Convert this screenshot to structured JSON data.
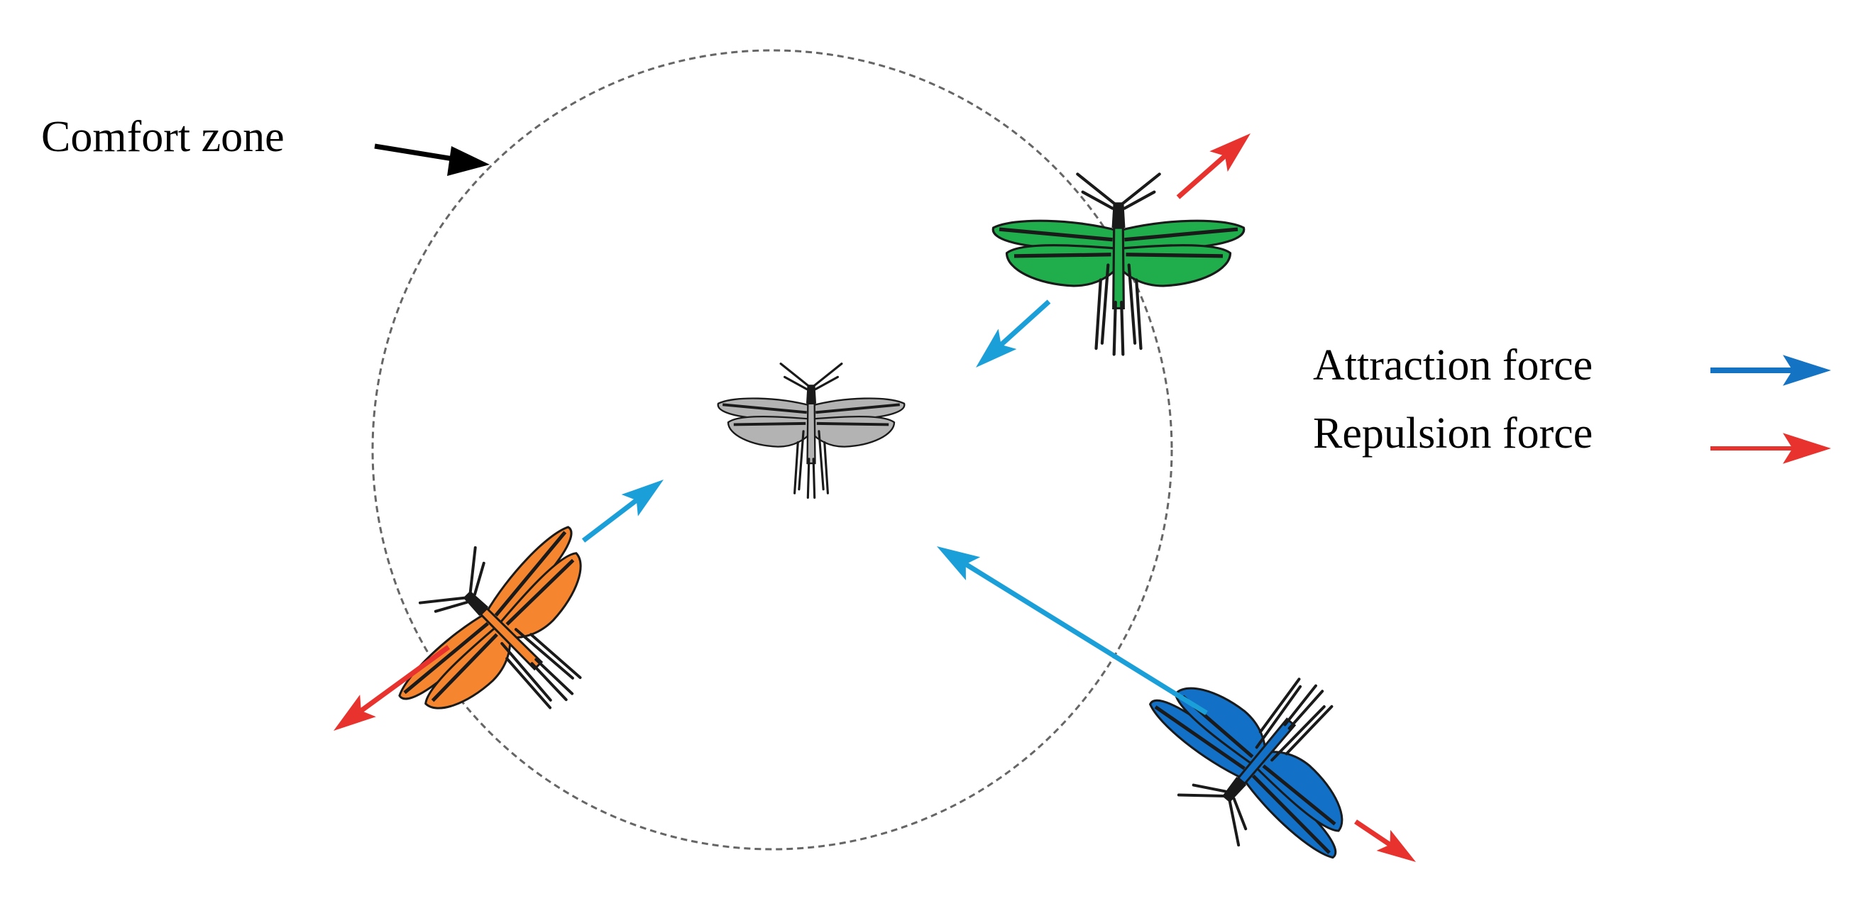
{
  "comfort_zone_label": "Comfort zone",
  "legend": {
    "attraction_label": "Attraction force",
    "repulsion_label": "Repulsion force"
  },
  "colors": {
    "attraction": "#1a9fd8",
    "attraction_legend": "#1573c4",
    "repulsion": "#e8322e",
    "zone_outline": "#666666",
    "grasshopper_center": "#b3b3b3",
    "grasshopper_green": "#1fae4b",
    "grasshopper_orange": "#f5862f",
    "grasshopper_blue": "#1270c6"
  }
}
